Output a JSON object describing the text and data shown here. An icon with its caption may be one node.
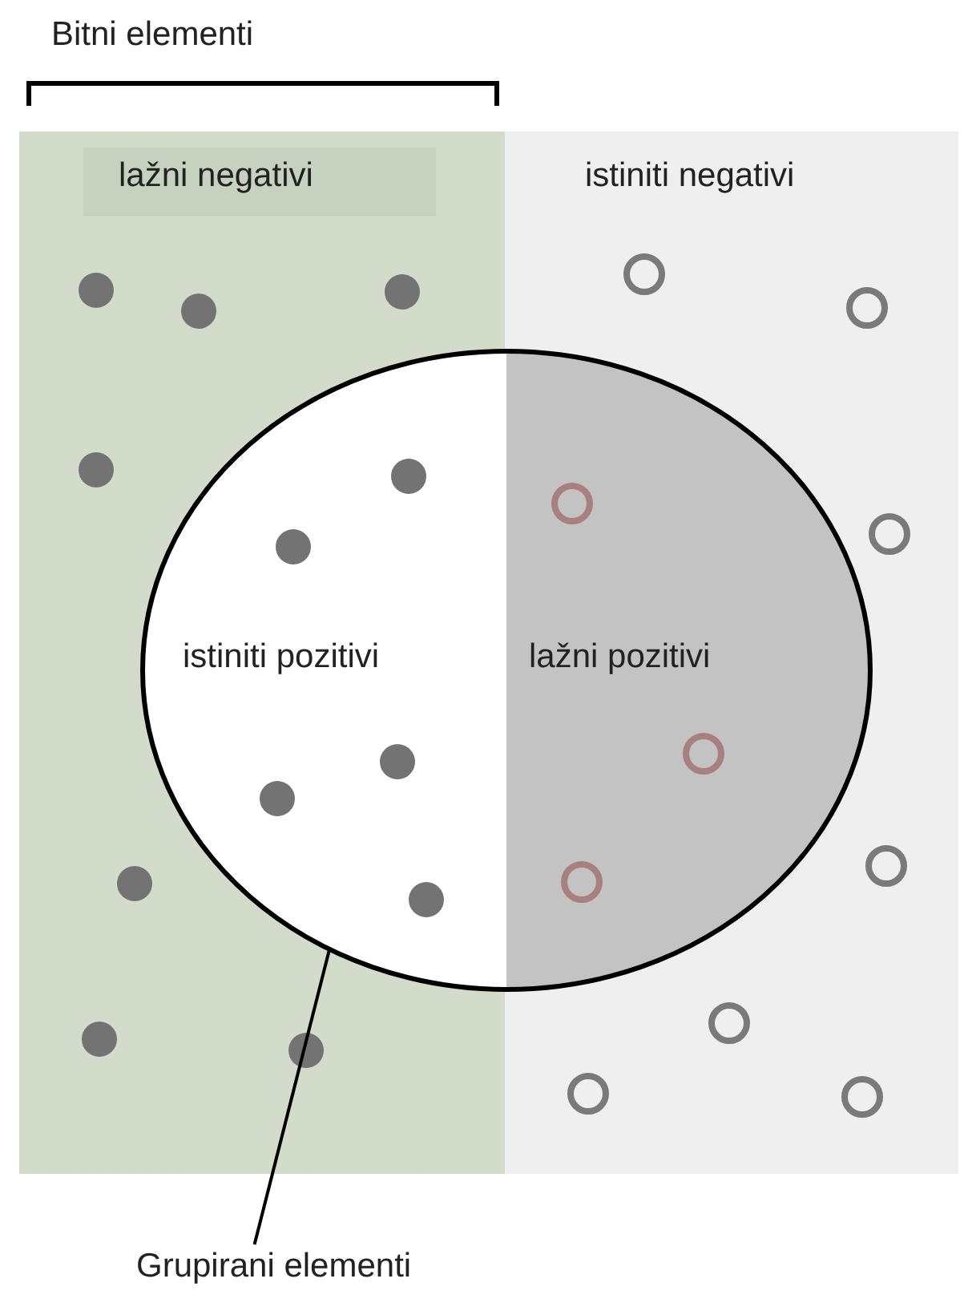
{
  "diagram": {
    "nodes": [
      {
        "text": [
          "lažni negativi"
        ]
      },
      {
        "text": [
          "istiniti negativi"
        ]
      },
      {
        "text": [],
        "shape": "circle"
      },
      {
        "text": [
          "istiniti pozitivi"
        ]
      },
      {
        "text": [
          "lažni pozitivi"
        ]
      },
      {
        "text": [
          "Grupirani elementi"
        ]
      }
    ],
    "edges": [
      {
        "from": 5,
        "to": 2,
        "arrow": "none"
      }
    ],
    "labels": [
      "Bitni elementi"
    ]
  }
}
